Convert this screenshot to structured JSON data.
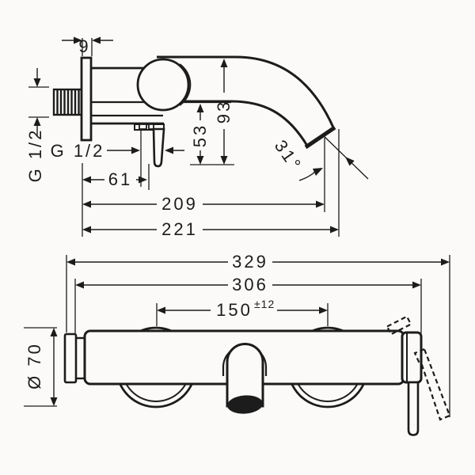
{
  "drawing": {
    "side_view": {
      "plate_thickness": "9",
      "wall_thread": "G 1/2",
      "outlet_thread": "G 1/2",
      "outlet_offset": "61",
      "spout_reach": "209",
      "overall_depth": "221",
      "outlet_drop": "53",
      "spout_height": "93",
      "spout_angle": "31°"
    },
    "front_view": {
      "overall_width": "329",
      "body_width": "306",
      "connection_centers": "150",
      "connection_tolerance": "±12",
      "escutcheon_diameter": "Ø 70"
    }
  }
}
